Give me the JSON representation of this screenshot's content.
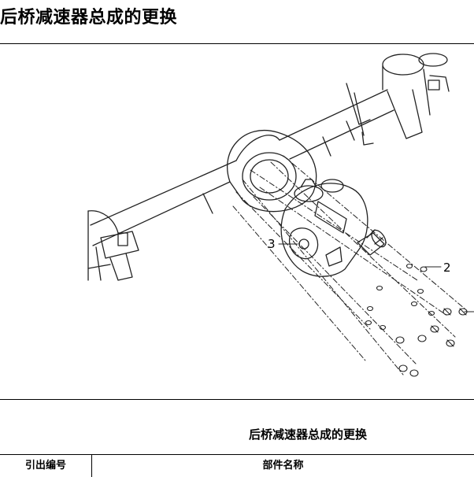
{
  "document": {
    "title": "后桥减速器总成的更换",
    "caption": "后桥减速器总成的更换"
  },
  "diagram": {
    "callouts": [
      "3",
      "2"
    ]
  },
  "table": {
    "headers": [
      "引出编号",
      "部件名称"
    ]
  }
}
